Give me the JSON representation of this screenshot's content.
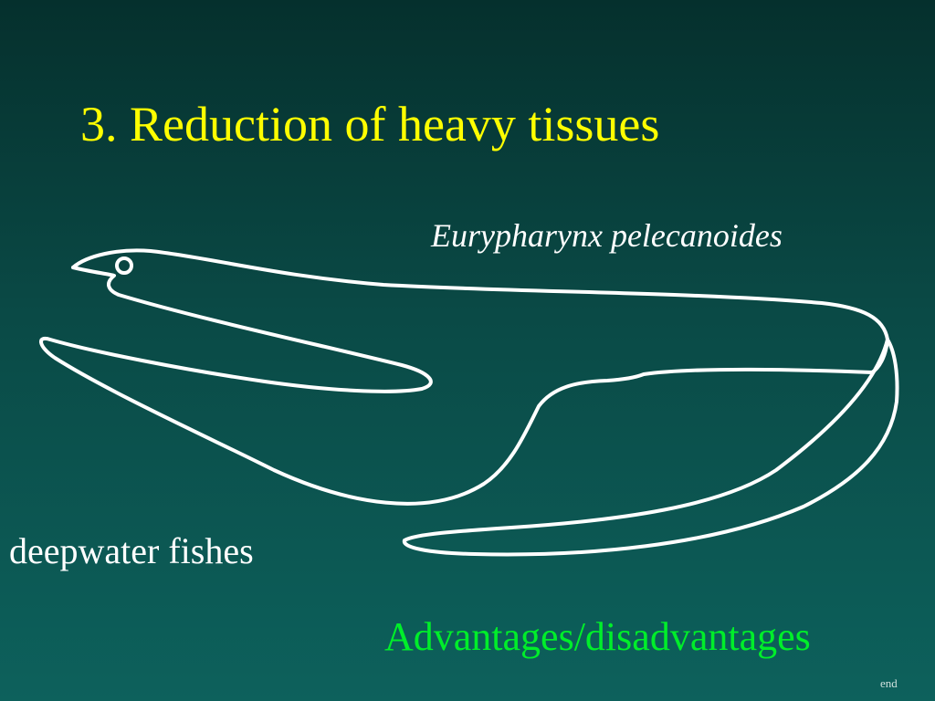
{
  "slide": {
    "title": "3.  Reduction of heavy tissues",
    "species_label": "Eurypharynx pelecanoides",
    "subject_label": "deepwater fishes",
    "advantages_link": "Advantages/disadvantages",
    "end_link": "end"
  },
  "colors": {
    "title": "#ffff00",
    "text": "#ffffff",
    "link": "#00ee2a",
    "outline": "#ffffff"
  },
  "icons": {
    "illustration": "gulper-eel-outline"
  }
}
